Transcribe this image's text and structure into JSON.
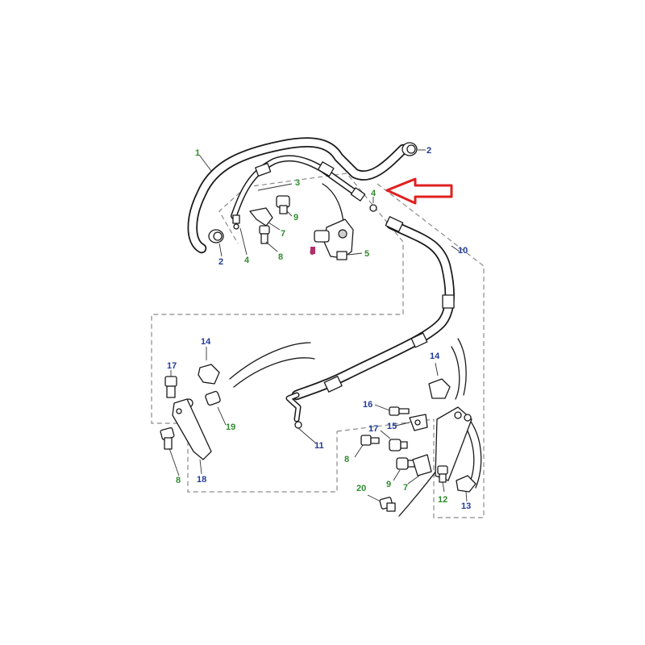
{
  "colors": {
    "green_label": "#2e8b2e",
    "blue_label": "#1f3a9a",
    "arrow": "#e02020",
    "highlight": "#b0306a"
  },
  "callouts": {
    "c1": "1",
    "c2a": "2",
    "c2b": "2",
    "c3": "3",
    "c4a": "4",
    "c4b": "4",
    "c5": "5",
    "c6": "6",
    "c7a": "7",
    "c7b": "7",
    "c8a": "8",
    "c8b": "8",
    "c8c": "8",
    "c9a": "9",
    "c9b": "9",
    "c10": "10",
    "c11": "11",
    "c12": "12",
    "c13": "13",
    "c14a": "14",
    "c14b": "14",
    "c15": "15",
    "c16": "16",
    "c17a": "17",
    "c17b": "17",
    "c18": "18",
    "c19": "19",
    "c20": "20"
  },
  "icons": {
    "pointer": "red-outline-arrow-icon"
  }
}
